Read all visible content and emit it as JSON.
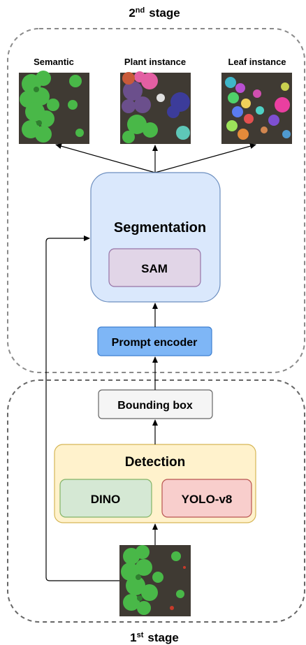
{
  "stages": {
    "second": {
      "num": "2",
      "sup": "nd",
      "word": "stage"
    },
    "first": {
      "num": "1",
      "sup": "st",
      "word": "stage"
    }
  },
  "images": {
    "semantic_label": "Semantic",
    "plant_instance_label": "Plant instance",
    "leaf_instance_label": "Leaf instance"
  },
  "boxes": {
    "segmentation": "Segmentation",
    "sam": "SAM",
    "prompt_encoder": "Prompt encoder",
    "bounding_box": "Bounding box",
    "detection": "Detection",
    "dino": "DINO",
    "yolo": "YOLO-v8"
  },
  "colors": {
    "soil": "#3f3a33",
    "plant_green": "#49b848",
    "segmentation_fill": "#dae8fc",
    "segmentation_stroke": "#6c8ebf",
    "sam_fill": "#e1d5e7",
    "sam_stroke": "#9673a6",
    "prompt_fill": "#7eb6f6",
    "prompt_stroke": "#3d7fd0",
    "bbox_fill": "#f5f5f5",
    "bbox_stroke": "#666666",
    "detection_fill": "#fff2cc",
    "detection_stroke": "#d6b656",
    "dino_fill": "#d5e8d4",
    "dino_stroke": "#82b366",
    "yolo_fill": "#f8cecc",
    "yolo_stroke": "#b85450"
  }
}
